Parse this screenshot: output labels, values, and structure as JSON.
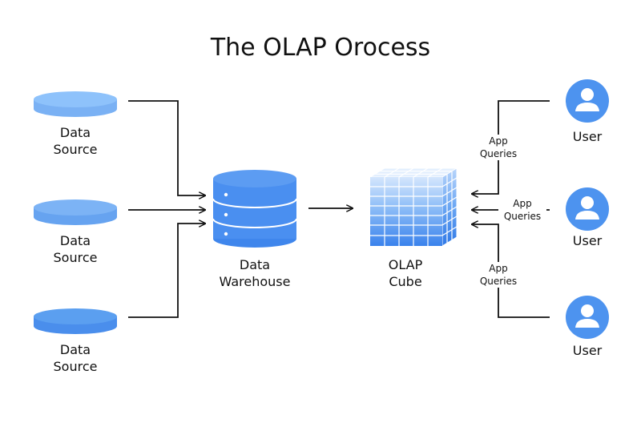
{
  "diagram": {
    "title": "The OLAP Orocess",
    "sources": [
      {
        "line1": "Data",
        "line2": "Source"
      },
      {
        "line1": "Data",
        "line2": "Source"
      },
      {
        "line1": "Data",
        "line2": "Source"
      }
    ],
    "warehouse": {
      "line1": "Data",
      "line2": "Warehouse"
    },
    "cube": {
      "line1": "OLAP",
      "line2": "Cube"
    },
    "users": [
      {
        "label": "User"
      },
      {
        "label": "User"
      },
      {
        "label": "User"
      }
    ],
    "queries": [
      {
        "line1": "App",
        "line2": "Queries"
      },
      {
        "line1": "App",
        "line2": "Queries"
      },
      {
        "line1": "App",
        "line2": "Queries"
      }
    ],
    "colors": {
      "source_top": "#8ec2fb",
      "source_mid": "#7cb3f5",
      "source_bottom": "#5b9ff0",
      "warehouse": "#4a8ff0",
      "warehouse_top": "#5c9cf2",
      "cube_light": "#c9e0fc",
      "cube_dark": "#3a82ec",
      "user": "#4d93ef",
      "line": "#111111"
    }
  }
}
